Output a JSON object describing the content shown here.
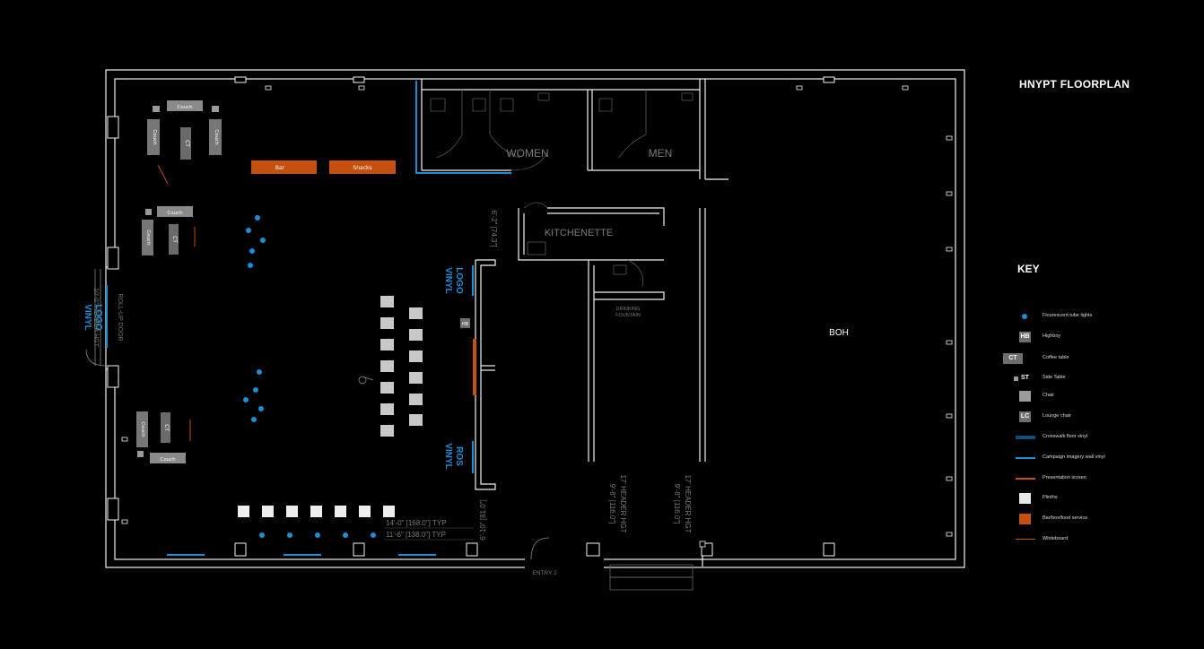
{
  "title": "HNYPT FLOORPLAN",
  "rooms": {
    "women": "WOMEN",
    "men": "MEN",
    "kitchenette": "KITCHENETTE",
    "boh": "BOH",
    "entry": "ENTRY 2",
    "drinking_fountain_1": "DRINKING",
    "drinking_fountain_2": "FOUNTAIN",
    "roll_up_door": "ROLL-UP DOOR",
    "header_left": "10'-0\" HEADER HGT"
  },
  "furniture": {
    "couch": "Couch",
    "coffee_table": "CT",
    "bar": "Bar",
    "snacks": "Snacks",
    "highboy": "HB"
  },
  "vinyl": {
    "logo": "LOGO",
    "vinyl": "VINYL",
    "ros": "ROS"
  },
  "dimensions": {
    "d1": "14'-0\" [168.0\"] TYP",
    "d2": "11'-6\" [138.0\"] TYP",
    "d3": "6'-10\" [81.0\"]",
    "d4": "6'-2\" [74.3\"]",
    "d5": "9'-8\" [116.0\"]",
    "d6": "17' HEADER HGT",
    "d7": "9'-8\" [116.0\"]",
    "d8": "17' HEADER HGT"
  },
  "key": {
    "title": "KEY",
    "items": [
      {
        "label": "Flourescent tube lights",
        "symbol": "dot",
        "color": "#1a8fd6"
      },
      {
        "label": "Highboy",
        "symbol": "HB",
        "color": "#6e6e6e"
      },
      {
        "label": "Coffee table",
        "symbol": "CT",
        "color": "#6e6e6e"
      },
      {
        "label": "Side Table",
        "symbol": "ST",
        "color": "#9a9a9a"
      },
      {
        "label": "Chair",
        "symbol": "square",
        "color": "#9a9a9a"
      },
      {
        "label": "Lounge chair",
        "symbol": "LC",
        "color": "#6e6e6e"
      },
      {
        "label": "Crosswalk floor vinyl",
        "symbol": "thick-line",
        "color": "#0f4f78"
      },
      {
        "label": "Campaign imagery wall vinyl",
        "symbol": "thin-line",
        "color": "#1a8fd6"
      },
      {
        "label": "Presentation screen",
        "symbol": "thin-line",
        "color": "#c4510f"
      },
      {
        "label": "Plinths",
        "symbol": "square",
        "color": "#e6e6e6"
      },
      {
        "label": "Bar/box/food service",
        "symbol": "square",
        "color": "#c4510f"
      },
      {
        "label": "Whiteboard",
        "symbol": "hair-line",
        "color": "#c4510f"
      }
    ]
  },
  "colors": {
    "wall": "#f2f2f2",
    "blue": "#1a8fd6",
    "orange": "#c4510f",
    "furniture": "#777777",
    "dim_text": "#6f6f6f"
  }
}
